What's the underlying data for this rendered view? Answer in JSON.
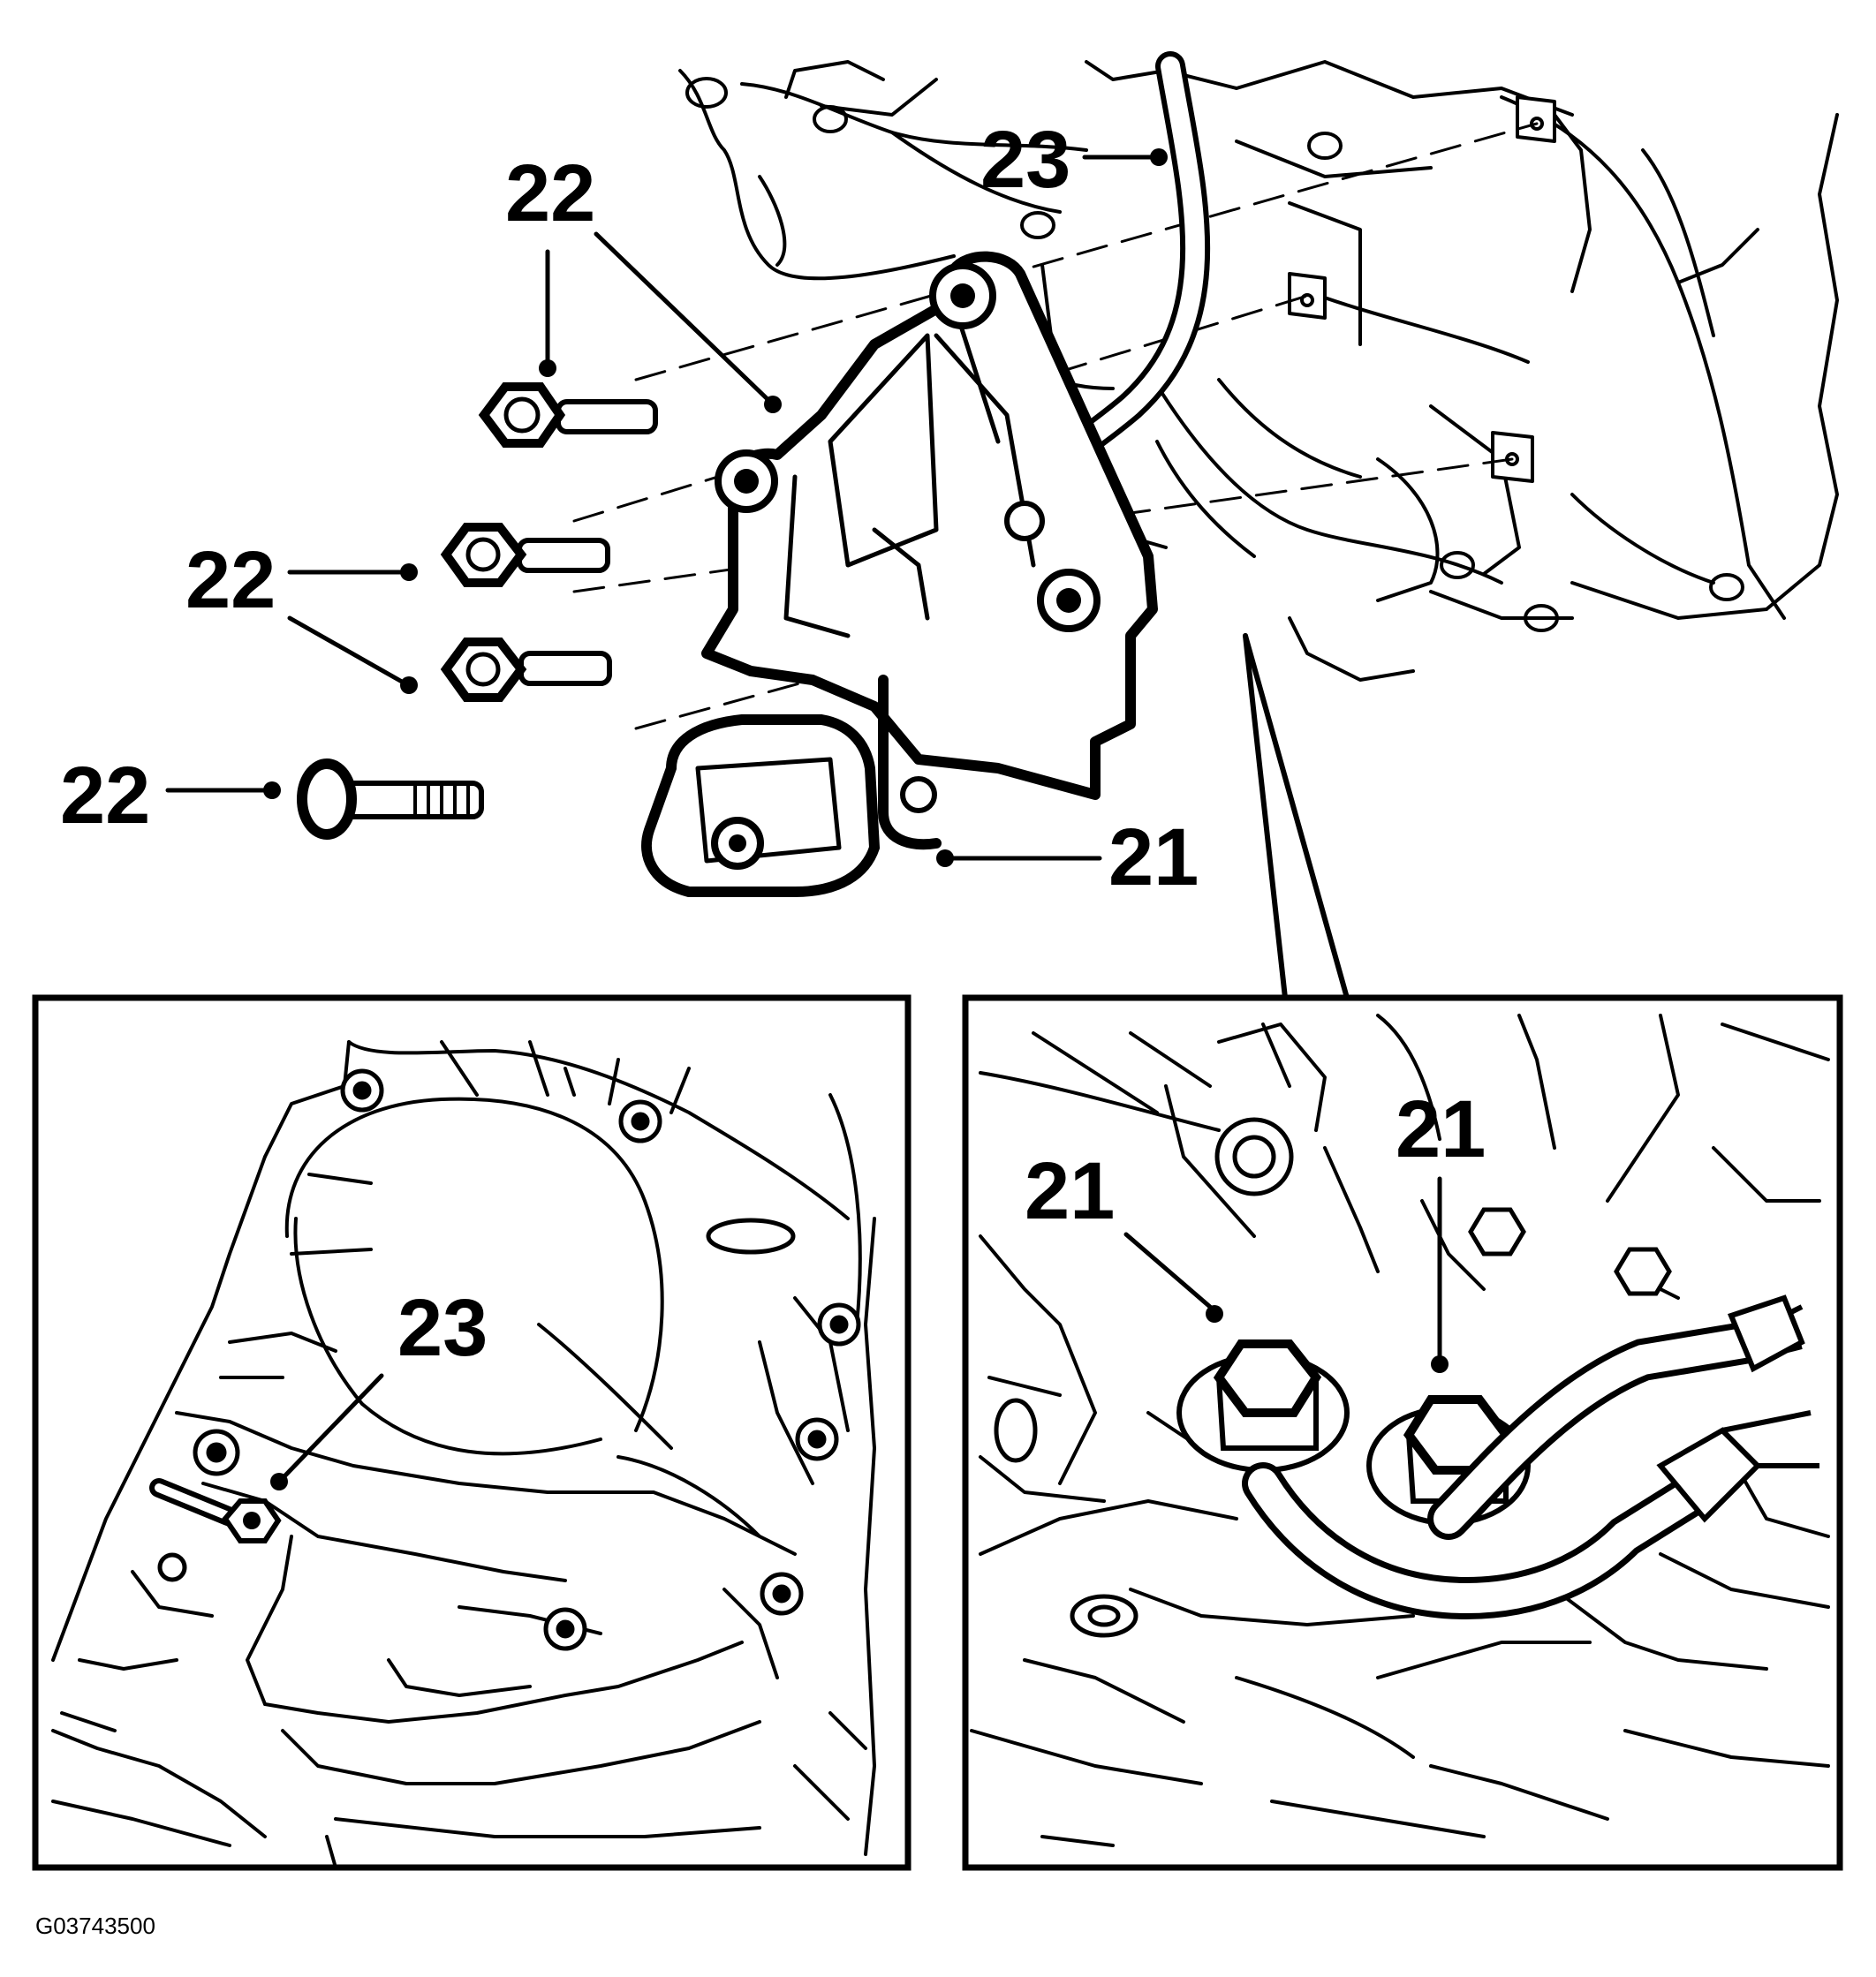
{
  "figure": {
    "figure_id": "G03743500",
    "callouts": {
      "bracket": "21",
      "bolts": "22",
      "ground_strap": "23"
    }
  },
  "views": {
    "main": {
      "name": "exploded-mount-view"
    },
    "inset_left": {
      "name": "ground-strap-detail"
    },
    "inset_right": {
      "name": "pipe-bolt-detail"
    }
  }
}
